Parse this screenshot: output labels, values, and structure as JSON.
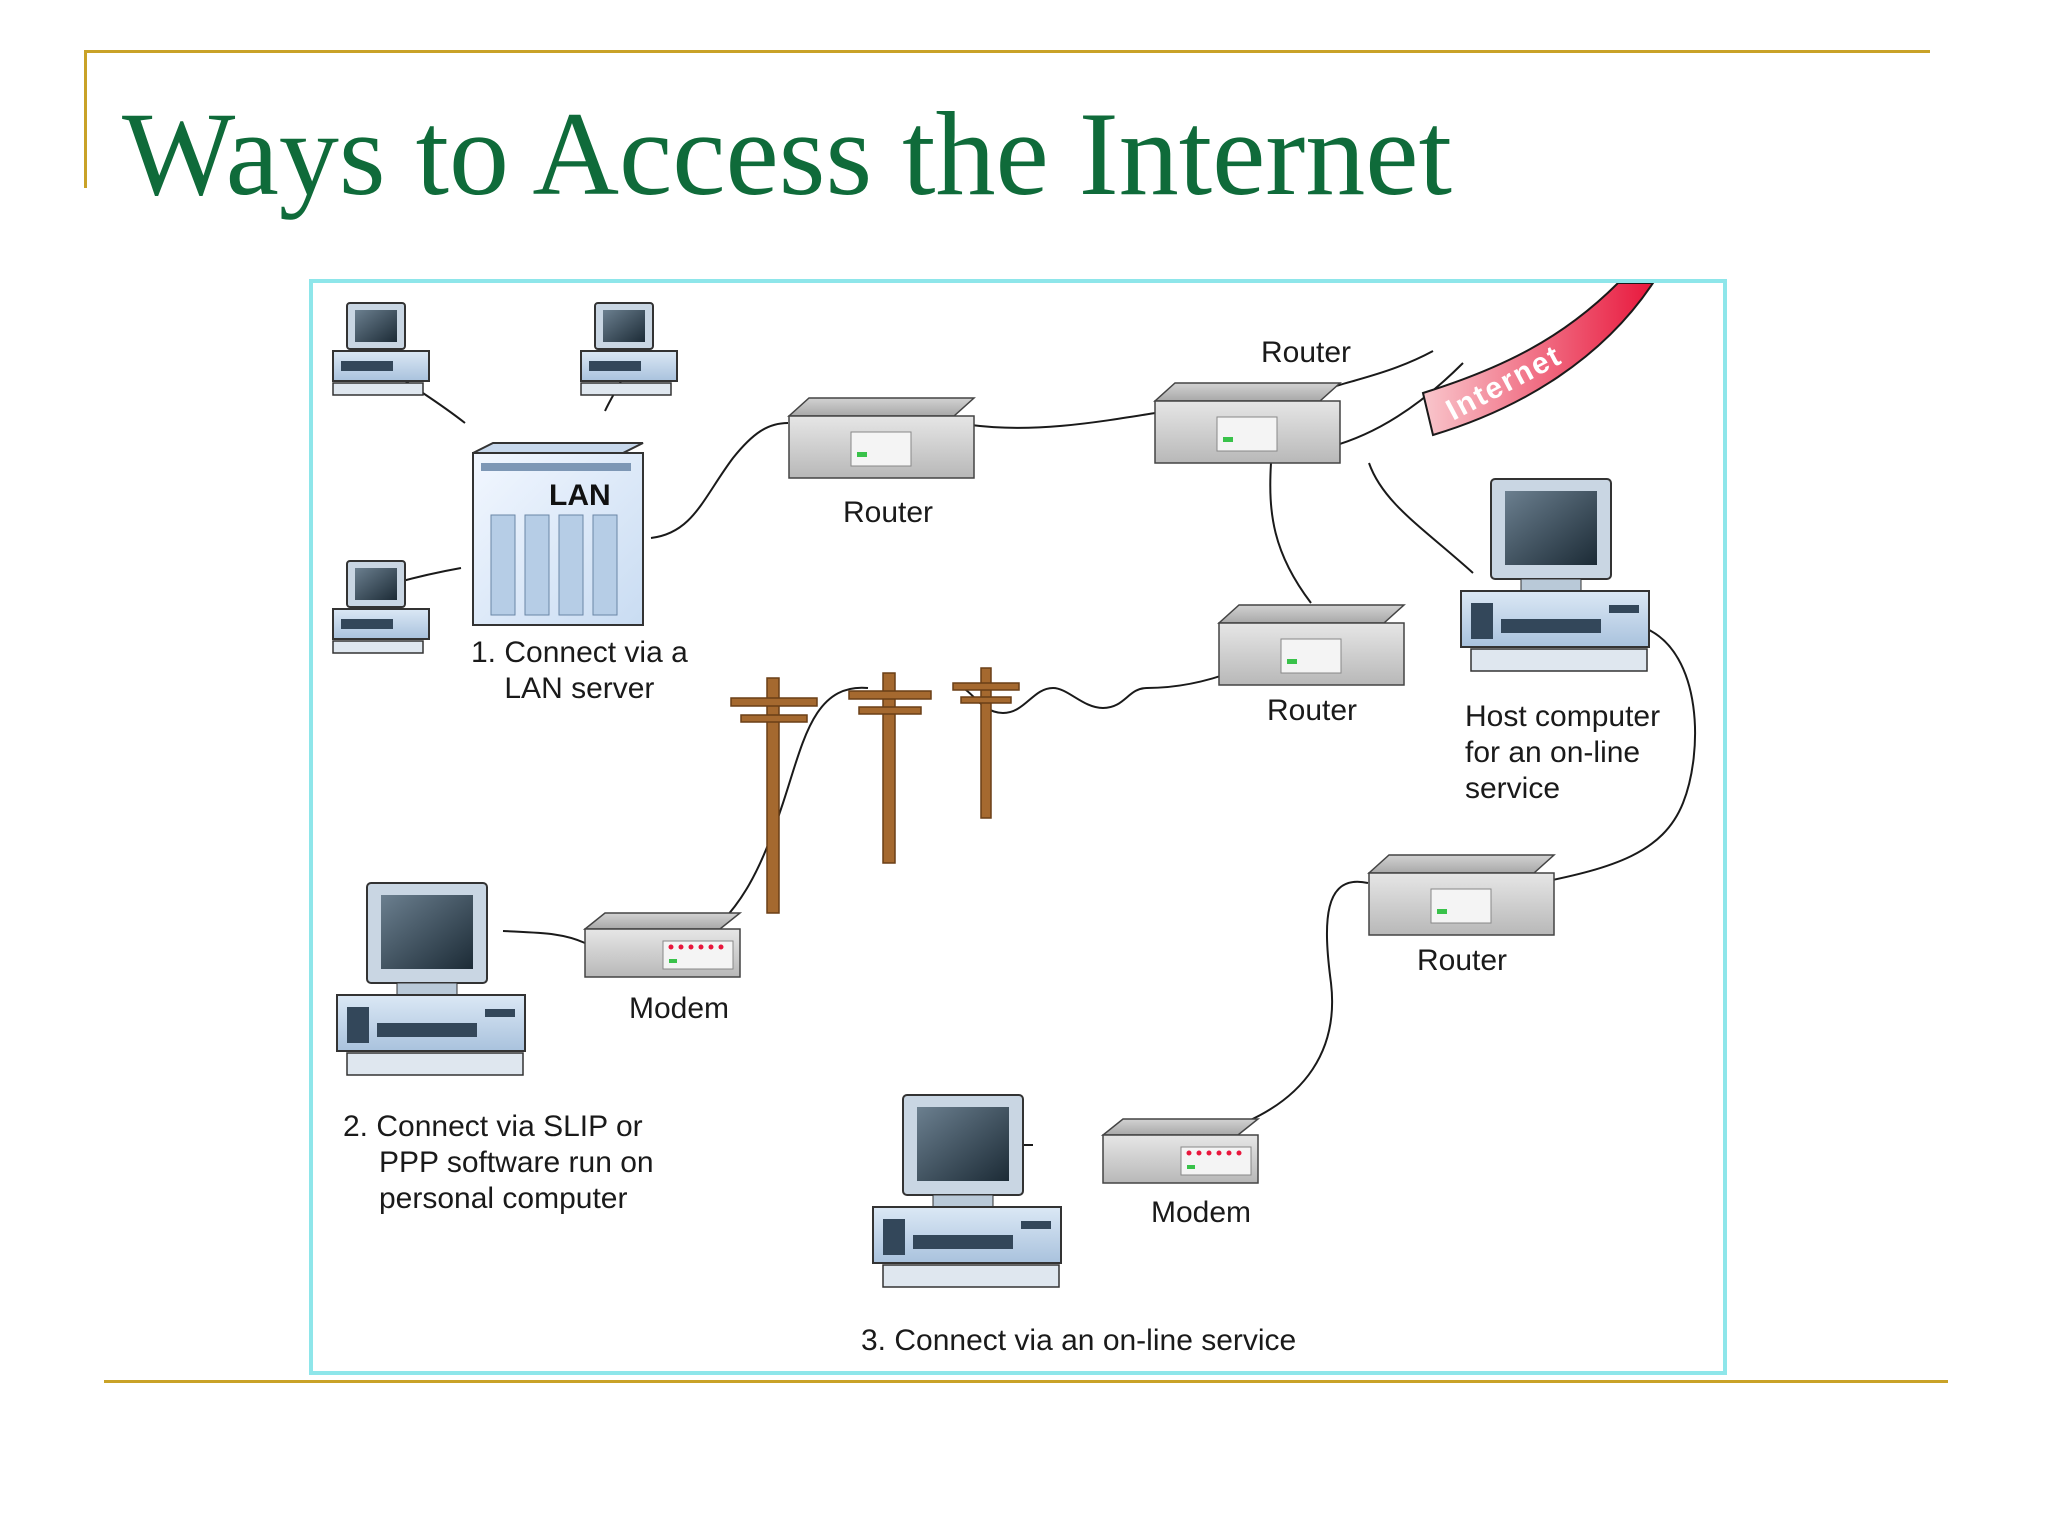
{
  "slide": {
    "title": "Ways to Access the Internet",
    "accent_color": "#c9a227",
    "title_color": "#0f6b3a"
  },
  "diagram": {
    "border_color": "#8ee6ea",
    "internet_label": "Internet",
    "internet_color": "#e8173c",
    "lan_label": "LAN",
    "router_label": "Router",
    "modem_label": "Modem",
    "host_label": [
      "Host computer",
      "for an on-line",
      "service"
    ],
    "captions": {
      "lan": [
        "1. Connect via a",
        "LAN server"
      ],
      "slip": [
        "2. Connect via SLIP or",
        "PPP software run on",
        "personal computer"
      ],
      "online": "3. Connect via an on-line service"
    }
  }
}
